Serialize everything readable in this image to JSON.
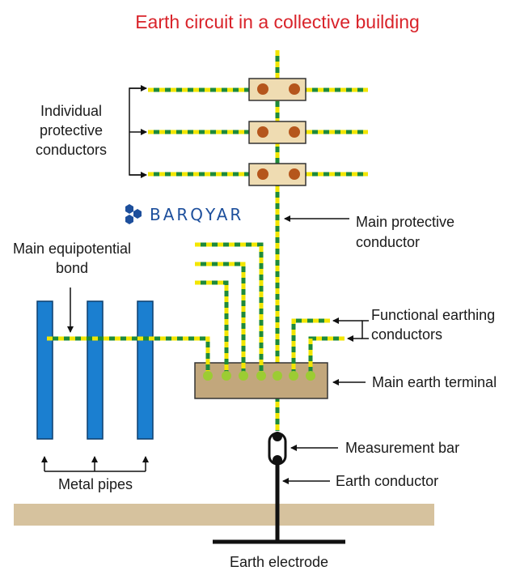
{
  "title": "Earth circuit in a collective building",
  "brand": "BARQYAR",
  "labels": {
    "individual_1": "Individual",
    "individual_2": "protective",
    "individual_3": "conductors",
    "main_protective_1": "Main protective",
    "main_protective_2": "conductor",
    "equipotential_1": "Main equipotential",
    "equipotential_2": "bond",
    "functional_1": "Functional earthing",
    "functional_2": "conductors",
    "main_earth_terminal": "Main earth terminal",
    "measurement_bar": "Measurement bar",
    "earth_conductor": "Earth conductor",
    "metal_pipes": "Metal pipes",
    "earth_electrode": "Earth electrode"
  },
  "colors": {
    "conductor_green": "#1e8a3a",
    "conductor_yellow": "#f2e600",
    "pipe_blue": "#1b7fd0",
    "terminal_fill": "#c2a77c",
    "block_fill": "#efdcb2",
    "block_dot": "#b5561c",
    "ground": "#d6c29e",
    "title_red": "#d9232a"
  }
}
